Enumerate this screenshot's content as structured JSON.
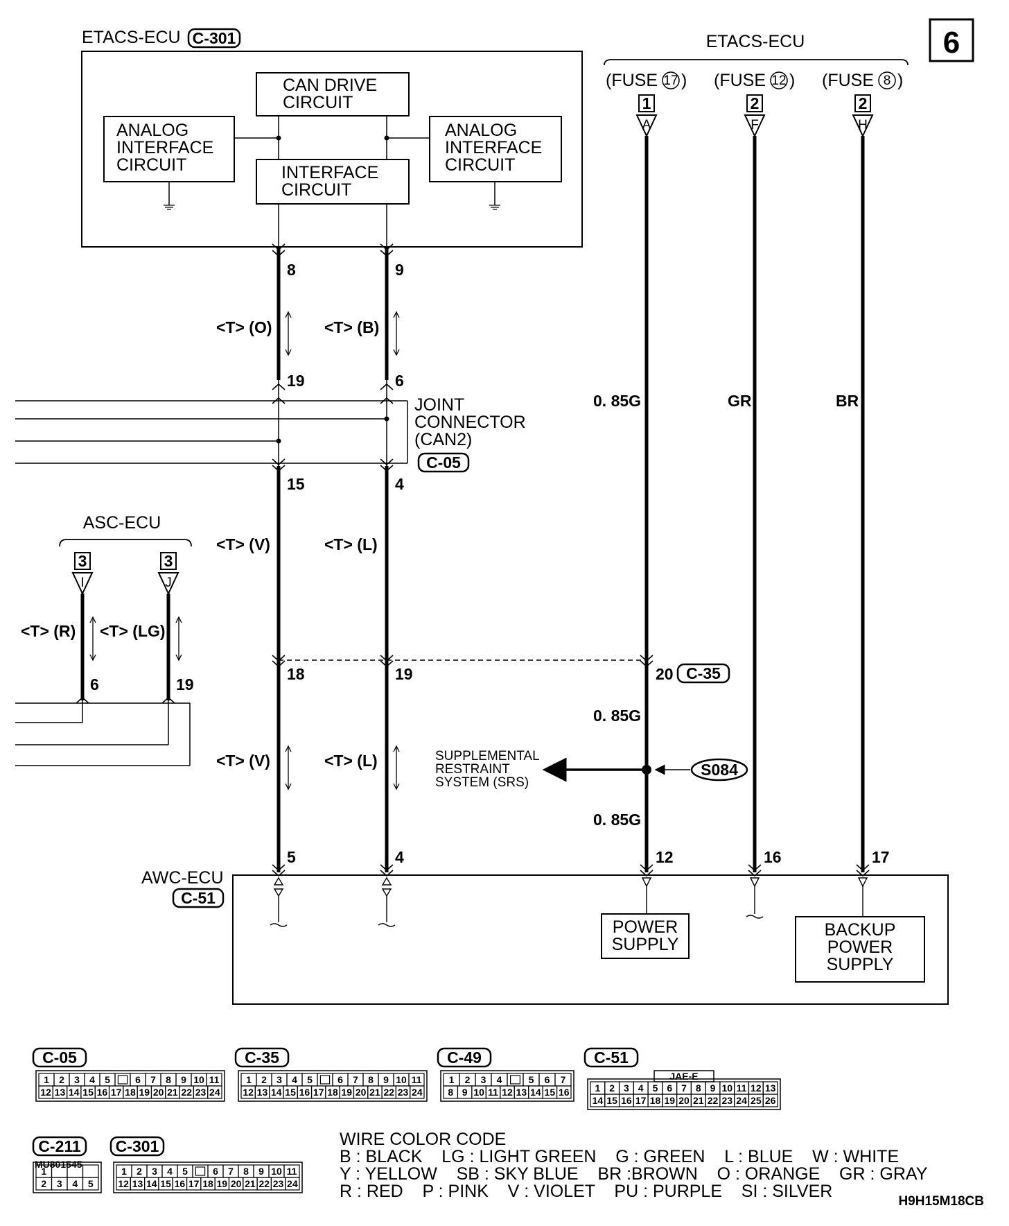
{
  "page_number": "6",
  "etacs_top": {
    "label": "ETACS-ECU",
    "connector": "C-301"
  },
  "etacs_right": {
    "label": "ETACS-ECU"
  },
  "blocks": {
    "can_drive": "CAN DRIVE\nCIRCUIT",
    "analog_left": "ANALOG\nINTERFACE\nCIRCUIT",
    "interface": "INTERFACE\nCIRCUIT",
    "analog_right": "ANALOG\nINTERFACE\nCIRCUIT",
    "power_supply": "POWER\nSUPPLY",
    "backup_power": "BACKUP\nPOWER\nSUPPLY"
  },
  "fuses": [
    {
      "label": "(FUSE",
      "num": "17",
      "close": ")",
      "box": "1",
      "terminal": "A"
    },
    {
      "label": "(FUSE",
      "num": "12",
      "close": ")",
      "box": "2",
      "terminal": "F"
    },
    {
      "label": "(FUSE",
      "num": "8",
      "close": ")",
      "box": "2",
      "terminal": "H"
    }
  ],
  "pins": {
    "p8": "8",
    "p9": "9",
    "p19a": "19",
    "p6a": "6",
    "p15": "15",
    "p4a": "4",
    "p18": "18",
    "p19b": "19",
    "p20": "20",
    "p5": "5",
    "p4b": "4",
    "p12": "12",
    "p16": "16",
    "p17": "17",
    "asc6": "6",
    "asc19": "19"
  },
  "wire_codes": {
    "t_o": "<T> (O)",
    "t_b": "<T> (B)",
    "t_v1": "<T> (V)",
    "t_l1": "<T> (L)",
    "t_v2": "<T> (V)",
    "t_l2": "<T> (L)",
    "t_r": "<T> (R)",
    "t_lg": "<T> (LG)",
    "g1": "0. 85G",
    "gr": "GR",
    "br": "BR",
    "g2": "0. 85G",
    "g3": "0. 85G"
  },
  "joint": {
    "label": "JOINT\nCONNECTOR\n(CAN2)",
    "connector": "C-05"
  },
  "asc": {
    "label": "ASC-ECU",
    "box1": "3",
    "term1": "I",
    "box2": "3",
    "term2": "J"
  },
  "c35": "C-35",
  "srs": {
    "label": "SUPPLEMENTAL\nRESTRAINT\nSYSTEM (SRS)",
    "splice": "S084"
  },
  "awc": {
    "label": "AWC-ECU",
    "connector": "C-51"
  },
  "connector_views": [
    {
      "id": "C-05",
      "top": [
        "1",
        "2",
        "3",
        "4",
        "5",
        "",
        "6",
        "7",
        "8",
        "9",
        "10",
        "11"
      ],
      "bottom": [
        "12",
        "13",
        "14",
        "15",
        "16",
        "17",
        "18",
        "19",
        "20",
        "21",
        "22",
        "23",
        "24"
      ]
    },
    {
      "id": "C-35",
      "top": [
        "1",
        "2",
        "3",
        "4",
        "5",
        "",
        "6",
        "7",
        "8",
        "9",
        "10",
        "11"
      ],
      "bottom": [
        "12",
        "13",
        "14",
        "15",
        "16",
        "17",
        "18",
        "19",
        "20",
        "21",
        "22",
        "23",
        "24"
      ]
    },
    {
      "id": "C-49",
      "top": [
        "1",
        "2",
        "3",
        "4",
        "",
        "5",
        "6",
        "7"
      ],
      "bottom": [
        "8",
        "9",
        "10",
        "11",
        "12",
        "13",
        "14",
        "15",
        "16"
      ]
    },
    {
      "id": "C-51",
      "header": "JAE-E",
      "top": [
        "1",
        "2",
        "3",
        "4",
        "5",
        "6",
        "7",
        "8",
        "9",
        "10",
        "11",
        "12",
        "13"
      ],
      "bottom": [
        "14",
        "15",
        "16",
        "17",
        "18",
        "19",
        "20",
        "21",
        "22",
        "23",
        "24",
        "25",
        "26"
      ]
    },
    {
      "id": "C-211",
      "part": "MU801545",
      "top": [
        "1",
        "",
        "",
        ""
      ],
      "bottom": [
        "2",
        "3",
        "4",
        "5"
      ]
    },
    {
      "id": "C-301",
      "top": [
        "1",
        "2",
        "3",
        "4",
        "5",
        "",
        "6",
        "7",
        "8",
        "9",
        "10",
        "11"
      ],
      "bottom": [
        "12",
        "13",
        "14",
        "15",
        "16",
        "17",
        "18",
        "19",
        "20",
        "21",
        "22",
        "23",
        "24"
      ]
    }
  ],
  "color_code": {
    "title": "WIRE COLOR CODE",
    "rows": [
      "B : BLACK    LG : LIGHT GREEN    G : GREEN    L : BLUE    W : WHITE",
      "Y : YELLOW    SB : SKY BLUE    BR :BROWN    O : ORANGE    GR : GRAY",
      "R : RED    P : PINK    V : VIOLET    PU : PURPLE    SI : SILVER"
    ]
  },
  "diagram_code": "H9H15M18CB"
}
